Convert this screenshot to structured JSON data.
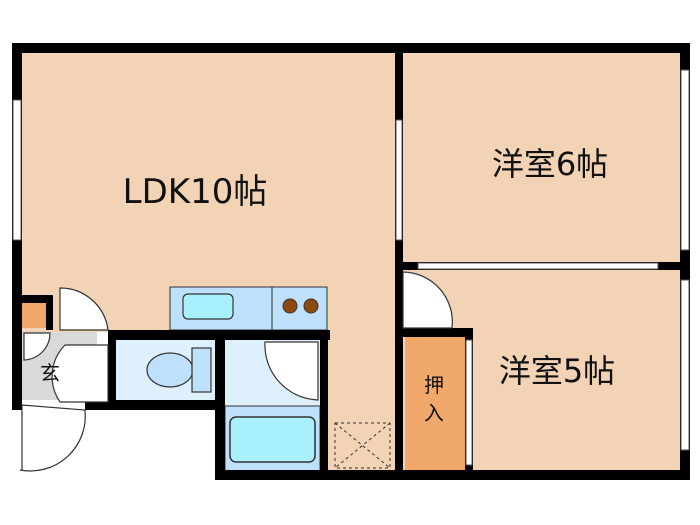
{
  "rooms": {
    "ldk": "LDK10帖",
    "western6": "洋室6帖",
    "western5": "洋室5帖",
    "closet_line1": "押",
    "closet_line2": "入",
    "entrance": "玄"
  },
  "colors": {
    "floor": "#f3d3b6",
    "closet": "#f0a96a",
    "fixture": "#bfe0fb",
    "water": "#a8f0fb",
    "wet_floor": "#dff0fd",
    "entrance": "#d9d9d9",
    "wall": "#000000",
    "stove": "#8a4a10"
  }
}
